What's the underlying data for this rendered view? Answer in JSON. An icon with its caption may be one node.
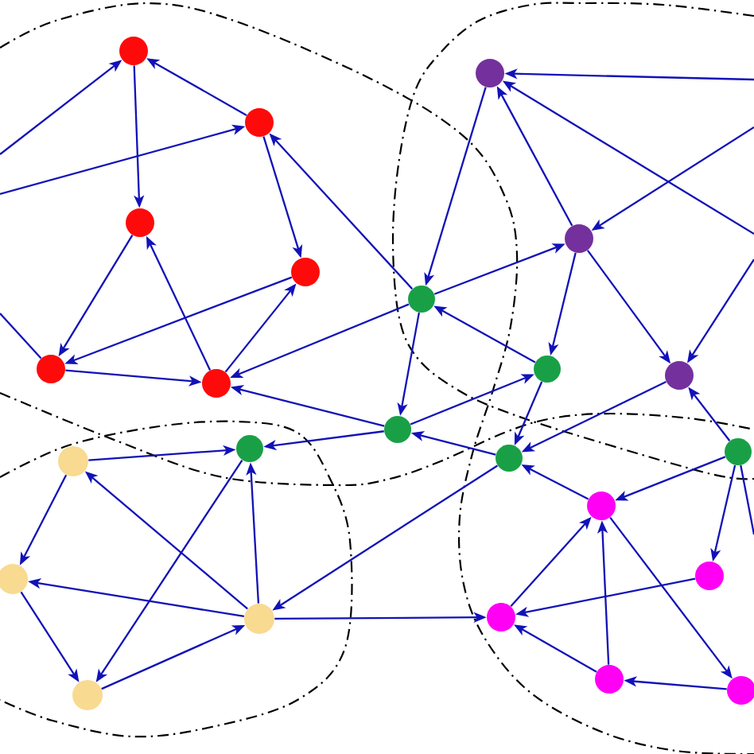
{
  "diagram": {
    "nodes": [
      {
        "text": [],
        "shape": "circle"
      },
      {
        "text": [],
        "shape": "circle"
      },
      {
        "text": [],
        "shape": "circle"
      },
      {
        "text": [],
        "shape": "circle"
      },
      {
        "text": [],
        "shape": "circle"
      },
      {
        "text": [],
        "shape": "circle"
      },
      {
        "text": [],
        "shape": "circle"
      },
      {
        "text": [],
        "shape": "circle"
      },
      {
        "text": [],
        "shape": "circle"
      },
      {
        "text": [],
        "shape": "circle"
      },
      {
        "text": [],
        "shape": "circle"
      },
      {
        "text": [],
        "shape": "circle"
      },
      {
        "text": [],
        "shape": "circle"
      },
      {
        "text": [],
        "shape": "circle"
      },
      {
        "text": [],
        "shape": "circle"
      },
      {
        "text": [],
        "shape": "circle"
      },
      {
        "text": [],
        "shape": "circle"
      },
      {
        "text": [],
        "shape": "circle"
      },
      {
        "text": [],
        "shape": "circle"
      },
      {
        "text": [],
        "shape": "circle"
      },
      {
        "text": [],
        "shape": "circle"
      },
      {
        "text": [],
        "shape": "circle"
      },
      {
        "text": [],
        "shape": "circle"
      },
      {
        "text": [],
        "shape": "circle"
      }
    ],
    "edges": [
      {
        "from": null,
        "to": 0,
        "arrow": "to"
      },
      {
        "from": null,
        "to": 1,
        "arrow": "to"
      },
      {
        "from": 1,
        "to": 0,
        "arrow": "to"
      },
      {
        "from": 0,
        "to": 2,
        "arrow": "to"
      },
      {
        "from": 1,
        "to": 3,
        "arrow": "to"
      },
      {
        "from": 5,
        "to": 3,
        "arrow": "to"
      },
      {
        "from": 2,
        "to": 4,
        "arrow": "to"
      },
      {
        "from": 3,
        "to": 4,
        "arrow": "to"
      },
      {
        "from": 5,
        "to": 2,
        "arrow": "to"
      },
      {
        "from": 4,
        "to": 5,
        "arrow": "to"
      },
      {
        "from": 4,
        "to": null,
        "arrow": "none"
      },
      {
        "from": 9,
        "to": 1,
        "arrow": "to"
      },
      {
        "from": 9,
        "to": 5,
        "arrow": "to"
      },
      {
        "from": 11,
        "to": 5,
        "arrow": "to"
      },
      {
        "from": null,
        "to": 6,
        "arrow": "to"
      },
      {
        "from": null,
        "to": 6,
        "arrow": "to"
      },
      {
        "from": 6,
        "to": 9,
        "arrow": "to"
      },
      {
        "from": 7,
        "to": 6,
        "arrow": "to"
      },
      {
        "from": 9,
        "to": 7,
        "arrow": "to"
      },
      {
        "from": null,
        "to": 7,
        "arrow": "to"
      },
      {
        "from": 7,
        "to": 10,
        "arrow": "to"
      },
      {
        "from": 7,
        "to": 8,
        "arrow": "to"
      },
      {
        "from": null,
        "to": 8,
        "arrow": "to"
      },
      {
        "from": 10,
        "to": 9,
        "arrow": "to"
      },
      {
        "from": 9,
        "to": 11,
        "arrow": "to"
      },
      {
        "from": 11,
        "to": 10,
        "arrow": "to"
      },
      {
        "from": 10,
        "to": 13,
        "arrow": "to"
      },
      {
        "from": 8,
        "to": 13,
        "arrow": "to"
      },
      {
        "from": 14,
        "to": 8,
        "arrow": "to"
      },
      {
        "from": 13,
        "to": 11,
        "arrow": "to"
      },
      {
        "from": 11,
        "to": 12,
        "arrow": "to"
      },
      {
        "from": 15,
        "to": 12,
        "arrow": "to"
      },
      {
        "from": 17,
        "to": 12,
        "arrow": "to"
      },
      {
        "from": 12,
        "to": 18,
        "arrow": "to"
      },
      {
        "from": 15,
        "to": 16,
        "arrow": "to"
      },
      {
        "from": 17,
        "to": 15,
        "arrow": "to"
      },
      {
        "from": 17,
        "to": 16,
        "arrow": "to"
      },
      {
        "from": 16,
        "to": 18,
        "arrow": "to"
      },
      {
        "from": 18,
        "to": 17,
        "arrow": "to"
      },
      {
        "from": 13,
        "to": 17,
        "arrow": "to"
      },
      {
        "from": 17,
        "to": 21,
        "arrow": "to"
      },
      {
        "from": 19,
        "to": 13,
        "arrow": "to"
      },
      {
        "from": 14,
        "to": 19,
        "arrow": "to"
      },
      {
        "from": 14,
        "to": 20,
        "arrow": "to"
      },
      {
        "from": 21,
        "to": 19,
        "arrow": "to"
      },
      {
        "from": 22,
        "to": 19,
        "arrow": "to"
      },
      {
        "from": 19,
        "to": 23,
        "arrow": "to"
      },
      {
        "from": 20,
        "to": 21,
        "arrow": "to"
      },
      {
        "from": 22,
        "to": 21,
        "arrow": "to"
      },
      {
        "from": 23,
        "to": 22,
        "arrow": "to"
      },
      {
        "from": 14,
        "to": null,
        "arrow": "none"
      }
    ]
  }
}
